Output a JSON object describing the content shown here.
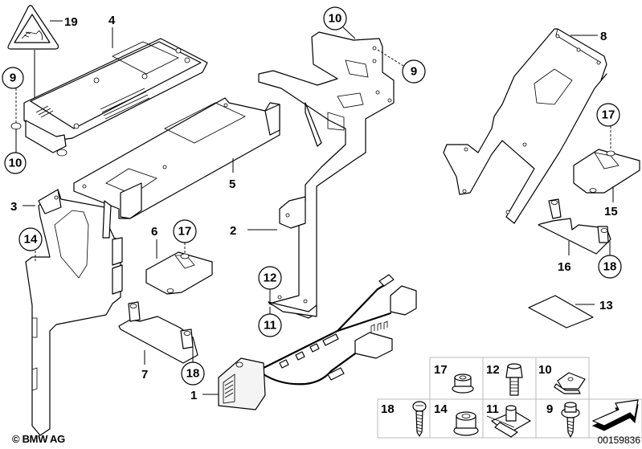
{
  "diagram": {
    "title": "BMW parts diagram",
    "copyright": "© BMW AG",
    "document_number": "00159836",
    "callouts_plain": [
      {
        "id": "19",
        "part": "warning-label"
      },
      {
        "id": "4",
        "part": "control-unit"
      },
      {
        "id": "8",
        "part": "holder-bracket-right"
      },
      {
        "id": "5",
        "part": "mounting-plate"
      },
      {
        "id": "3",
        "part": "bracket-left"
      },
      {
        "id": "2",
        "part": "bracket-center"
      },
      {
        "id": "6",
        "part": "module-left"
      },
      {
        "id": "7",
        "part": "holder-left"
      },
      {
        "id": "1",
        "part": "wiring-harness-connector"
      },
      {
        "id": "15",
        "part": "module-right"
      },
      {
        "id": "16",
        "part": "holder-right"
      },
      {
        "id": "13",
        "part": "pad"
      }
    ],
    "callouts_circled": [
      {
        "id": "9",
        "where": "control-unit-screw"
      },
      {
        "id": "10",
        "where": "control-unit-nut"
      },
      {
        "id": "10",
        "where": "top-bracket-clip"
      },
      {
        "id": "9",
        "where": "top-bracket-screw"
      },
      {
        "id": "17",
        "where": "module-right-nut"
      },
      {
        "id": "14",
        "where": "bracket-left-nut"
      },
      {
        "id": "17",
        "where": "module-left-nut"
      },
      {
        "id": "12",
        "where": "bracket-bolt"
      },
      {
        "id": "11",
        "where": "bracket-clip-nut"
      },
      {
        "id": "18",
        "where": "holder-left-screw"
      },
      {
        "id": "18",
        "where": "holder-right-screw"
      }
    ],
    "hardware_table": {
      "row1": [
        {
          "id": "17",
          "icon": "flange-nut-icon"
        },
        {
          "id": "12",
          "icon": "hex-bolt-icon"
        },
        {
          "id": "10",
          "icon": "spring-clip-icon"
        }
      ],
      "row2": [
        {
          "id": "18",
          "icon": "tapping-screw-icon"
        },
        {
          "id": "14",
          "icon": "hex-nut-icon"
        },
        {
          "id": "11",
          "icon": "clip-nut-icon"
        },
        {
          "id": "9",
          "icon": "collar-screw-icon"
        },
        {
          "id": "",
          "icon": "direction-arrow-icon"
        }
      ]
    }
  }
}
